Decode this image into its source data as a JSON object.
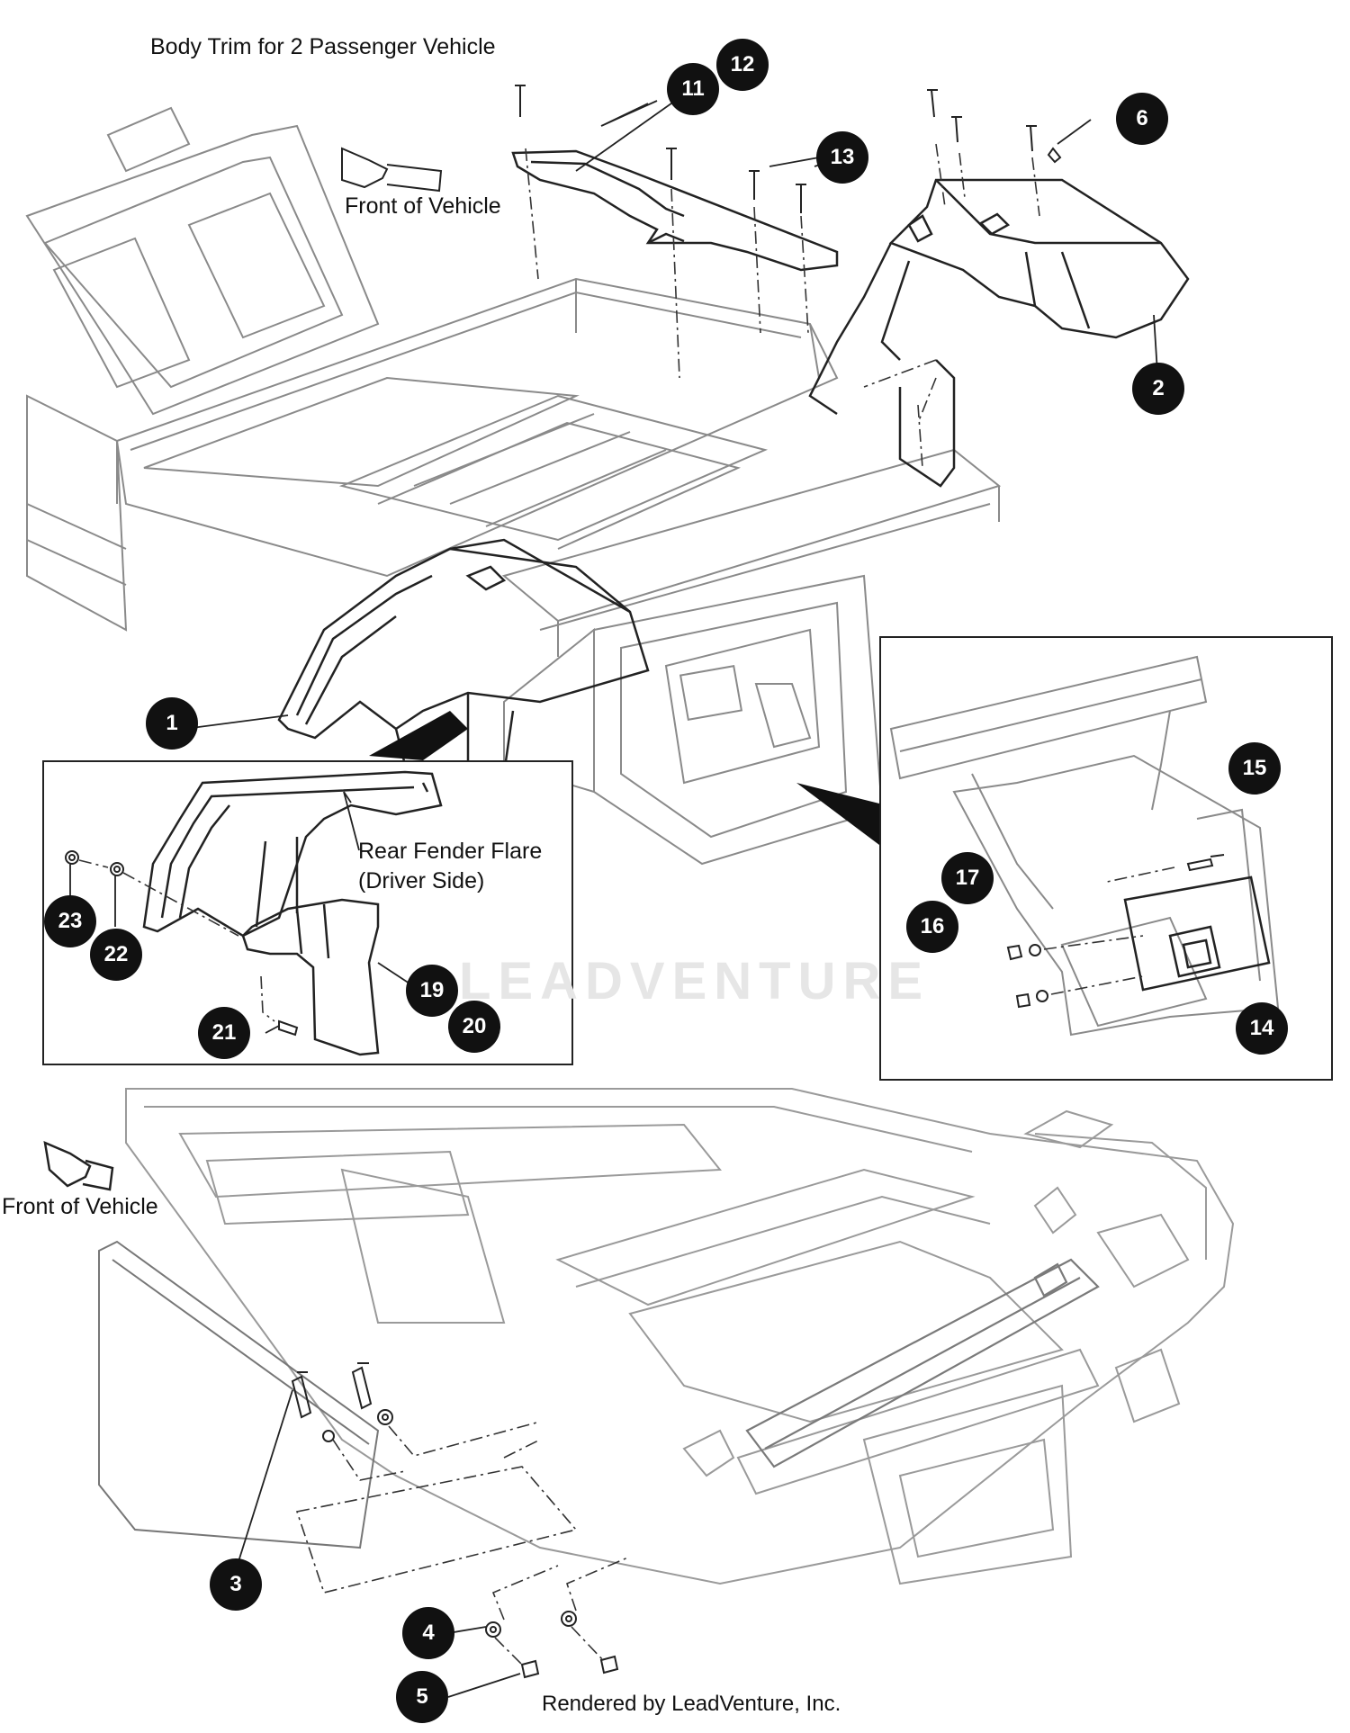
{
  "title": "Body Trim for 2 Passenger Vehicle",
  "labels": {
    "front_top": "Front of Vehicle",
    "front_bottom": "Front of Vehicle",
    "fender_flare_line1": "Rear Fender Flare",
    "fender_flare_line2": "(Driver Side)",
    "watermark": "LEADVENTURE",
    "credit": "Rendered by LeadVenture, Inc."
  },
  "callouts": [
    "1",
    "2",
    "3",
    "4",
    "5",
    "6",
    "11",
    "12",
    "13",
    "14",
    "15",
    "16",
    "17",
    "19",
    "20",
    "21",
    "22",
    "23"
  ],
  "colors": {
    "ink": "#111111",
    "line": "#333333",
    "frame": "#8a8a8a",
    "faint": "#b5b5b5",
    "watermark": "#e6e6e6"
  }
}
